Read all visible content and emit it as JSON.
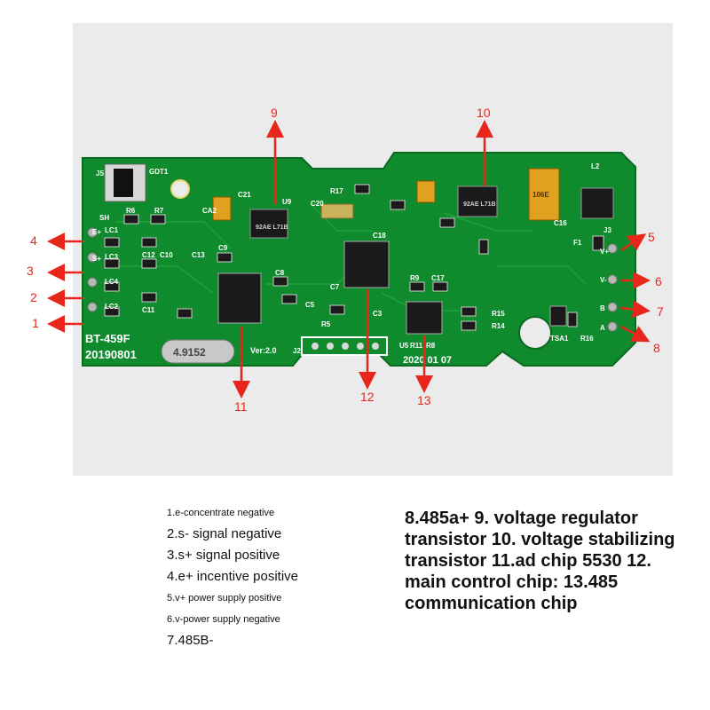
{
  "board": {
    "model": "BT-459F",
    "date": "20190801",
    "version": "Ver:2.0",
    "date2": "2020 01 07",
    "crystal": "4.9152",
    "chip_marks": [
      "92AE L71B",
      "92AE L71B"
    ],
    "cap_mark": "106E",
    "refs": [
      "SH",
      "E+",
      "LC1",
      "S+",
      "LC3",
      "LC4",
      "LC2",
      "R6",
      "R7",
      "C10",
      "C12",
      "C11",
      "C9",
      "C13",
      "C8",
      "C5",
      "U9",
      "C21",
      "CA2",
      "R17",
      "C20",
      "C18",
      "R9",
      "C17",
      "R5",
      "C3",
      "R11",
      "R8",
      "U5",
      "R15",
      "R14",
      "TSA1",
      "R16",
      "J2",
      "J3",
      "F1",
      "L2",
      "GDT1",
      "J5",
      "C7",
      "C16",
      "V+",
      "V-",
      "B",
      "A"
    ]
  },
  "callouts": [
    "1",
    "2",
    "3",
    "4",
    "5",
    "6",
    "7",
    "8",
    "9",
    "10",
    "11",
    "12",
    "13"
  ],
  "legend_left": [
    "1.e-concentrate negative",
    "2.s- signal negative",
    "3.s+ signal positive",
    "4.e+ incentive positive",
    "5.v+ power supply positive",
    "6.v-power supply negative",
    "7.485B-"
  ],
  "legend_right": "8.485a+ 9. voltage regulator transistor 10. voltage stabilizing transistor 11.ad chip 5530 12. main control chip: 13.485 communication chip",
  "colors": {
    "pcb": "#0f8a2c",
    "arrow": "#e8261c",
    "photo_bg": "#ebebeb"
  }
}
